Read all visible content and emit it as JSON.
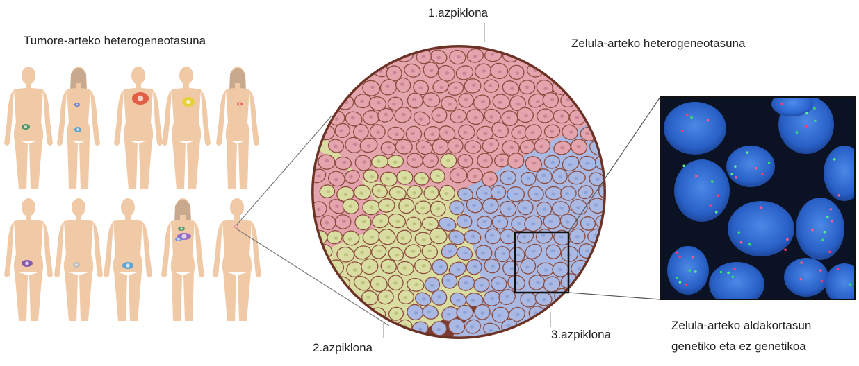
{
  "titles": {
    "inter_tumor": "Tumore-arteko heterogeneotasuna",
    "inter_cell": "Zelula-arteko heterogeneotasuna"
  },
  "subclones": {
    "one": "1.azpiklona",
    "two": "2.azpiklona",
    "three": "3.azpiklona"
  },
  "note": {
    "line1": "Zelula-arteko aldakortasun",
    "line2": "genetiko eta ez genetikoa"
  },
  "colors": {
    "skin": "#f0c9a6",
    "subclone_1": "#e3a4ae",
    "subclone_2": "#d9dda2",
    "subclone_3": "#a9b9e3",
    "cell_border": "#8b4a3c",
    "micrograph_bg": "#0b1224",
    "nucleus": "#2b6fd6"
  }
}
